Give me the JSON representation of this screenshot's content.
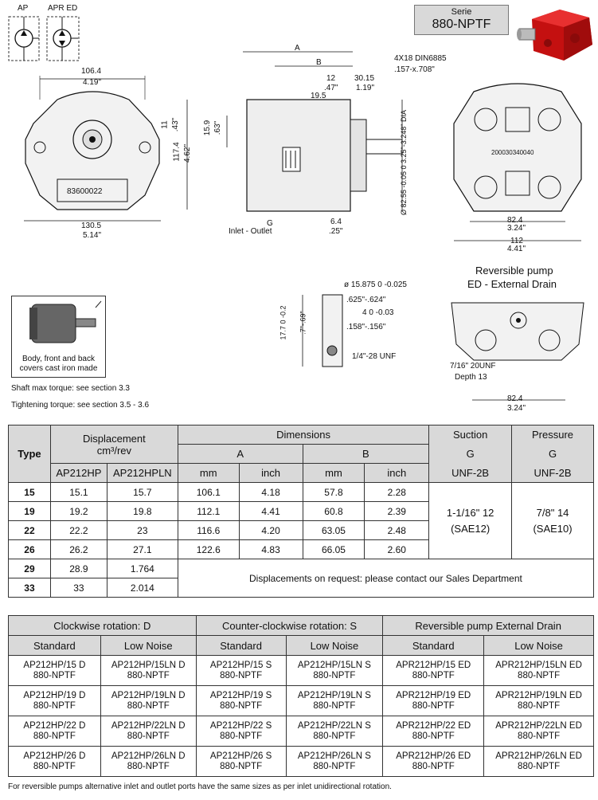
{
  "schematics": {
    "ap": "AP",
    "apr_ed": "APR ED"
  },
  "serie": {
    "line1": "Serie",
    "line2": "880-NPTF"
  },
  "front_view": {
    "width_mm": "106.4",
    "width_in": "4.19\"",
    "right_mm": "11",
    "right_in": ".43\"",
    "height_mm": "117.4",
    "height_in": "4.62\"",
    "bottom_mm": "130.5",
    "bottom_in": "5.14\"",
    "plate_number": "83600022"
  },
  "side_view": {
    "a": "A",
    "b": "B",
    "spline": "4X18 DIN6885",
    "key": ".157-x.708\"",
    "d12": "12",
    "d47": ".47\"",
    "d30": "30.15",
    "d119": "1.19\"",
    "d195": "19.5",
    "d159": "15.9",
    "d63": ".63\"",
    "dia": "Ø 82.55 -0.05 0 3.25\"-3.248\" DIA",
    "g": "G",
    "inlet": "Inlet - Outlet",
    "d64": "6.4",
    "d25": ".25\""
  },
  "back_view": {
    "label": "200030340040",
    "w_mm": "82.4",
    "w_in": "3.24\"",
    "w2_mm": "112",
    "w2_in": "4.41\""
  },
  "iron_box": {
    "caption_1": "Body, front and back",
    "caption_2": "covers cast iron made"
  },
  "notes": {
    "shaft": "Shaft max torque: see section 3.3",
    "tightening": "Tightening torque: see section 3.5 - 3.6"
  },
  "shaft_detail": {
    "dia": "ø 15.875 0 -0.025",
    "dia_in": ".625\"-.624\"",
    "key": "4 0 -0.03",
    "key_in": ".158\"-.156\"",
    "h": "17.7 0 -0.2",
    "h_in": ".7\"-.69\"",
    "thread": "1/4\"-28 UNF"
  },
  "reversible": {
    "title_1": "Reversible pump",
    "title_2": "ED - External Drain",
    "thread": "7/16\" 20UNF",
    "depth": "Depth 13",
    "w_mm": "82.4",
    "w_in": "3.24\""
  },
  "table1": {
    "type": "Type",
    "displacement": "Displacement",
    "displacement_unit": "cm³/rev",
    "dimensions": "Dimensions",
    "a": "A",
    "b": "B",
    "suction": "Suction",
    "pressure": "Pressure",
    "g": "G",
    "unf": "UNF-2B",
    "col_ap": "AP212HP",
    "col_apln": "AP212HPLN",
    "mm": "mm",
    "inch": "inch",
    "rows": [
      [
        "15",
        "15.1",
        "15.7",
        "106.1",
        "4.18",
        "57.8",
        "2.28"
      ],
      [
        "19",
        "19.2",
        "19.8",
        "112.1",
        "4.41",
        "60.8",
        "2.39"
      ],
      [
        "22",
        "22.2",
        "23",
        "116.6",
        "4.20",
        "63.05",
        "2.48"
      ],
      [
        "26",
        "26.2",
        "27.1",
        "122.6",
        "4.83",
        "66.05",
        "2.60"
      ]
    ],
    "rows_extra": [
      [
        "29",
        "28.9",
        "1.764"
      ],
      [
        "33",
        "33",
        "2.014"
      ]
    ],
    "suction_value_1": "1-1/16\" 12",
    "suction_value_2": "(SAE12)",
    "pressure_value_1": "7/8\"  14",
    "pressure_value_2": "(SAE10)",
    "request_note": "Displacements on request: please contact our Sales Department"
  },
  "table2": {
    "clockwise": "Clockwise rotation: D",
    "counter": "Counter-clockwise rotation: S",
    "reversible": "Reversible pump External Drain",
    "standard": "Standard",
    "low_noise": "Low Noise",
    "rows": [
      [
        "AP212HP/15 D",
        "AP212HP/15LN D",
        "AP212HP/15 S",
        "AP212HP/15LN S",
        "APR212HP/15 ED",
        "APR212HP/15LN ED"
      ],
      [
        "AP212HP/19 D",
        "AP212HP/19LN D",
        "AP212HP/19 S",
        "AP212HP/19LN S",
        "APR212HP/19 ED",
        "APR212HP/19LN ED"
      ],
      [
        "AP212HP/22 D",
        "AP212HP/22LN D",
        "AP212HP/22 S",
        "AP212HP/22LN S",
        "APR212HP/22 ED",
        "APR212HP/22LN ED"
      ],
      [
        "AP212HP/26 D",
        "AP212HP/26LN D",
        "AP212HP/26 S",
        "AP212HP/26LN S",
        "APR212HP/26 ED",
        "APR212HP/26LN ED"
      ]
    ],
    "suffix": "880-NPTF"
  },
  "footer": "For reversible pumps alternative inlet and outlet ports have the same sizes as per inlet unidirectional rotation.",
  "colors": {
    "header_gray": "#d9d9d9",
    "pump_red": "#d01414"
  }
}
